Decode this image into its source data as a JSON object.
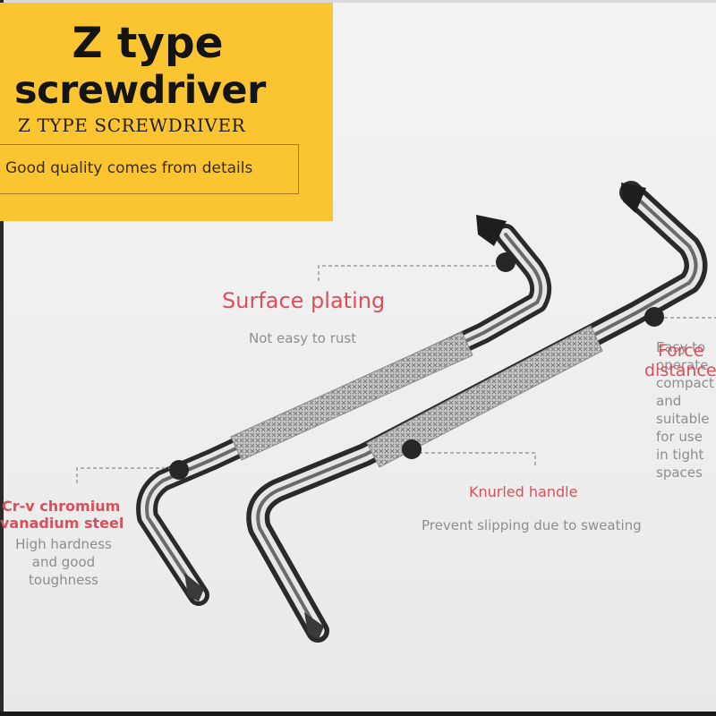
{
  "hero": {
    "title_line1": "Z type",
    "title_line2": "screwdriver",
    "subtitle": "Z TYPE SCREWDRIVER",
    "tagline": "Good quality comes from details"
  },
  "callouts": {
    "plating": {
      "title": "Surface plating",
      "desc": "Not easy to rust"
    },
    "steel": {
      "title_line1": "Cr-v chromium",
      "title_line2": "vanadium steel",
      "desc": "High hardness and good toughness"
    },
    "handle": {
      "title": "Knurled handle",
      "desc": "Prevent slipping due to sweating"
    },
    "force": {
      "title_line1": "Force",
      "title_line2": "distance",
      "desc": "Easy to operate compact and suitable for use in tight spaces"
    }
  },
  "colors": {
    "panel": "#fbc532",
    "accent": "#d9505a",
    "muted": "#8e8e8e",
    "background": "#f0f0f0"
  }
}
